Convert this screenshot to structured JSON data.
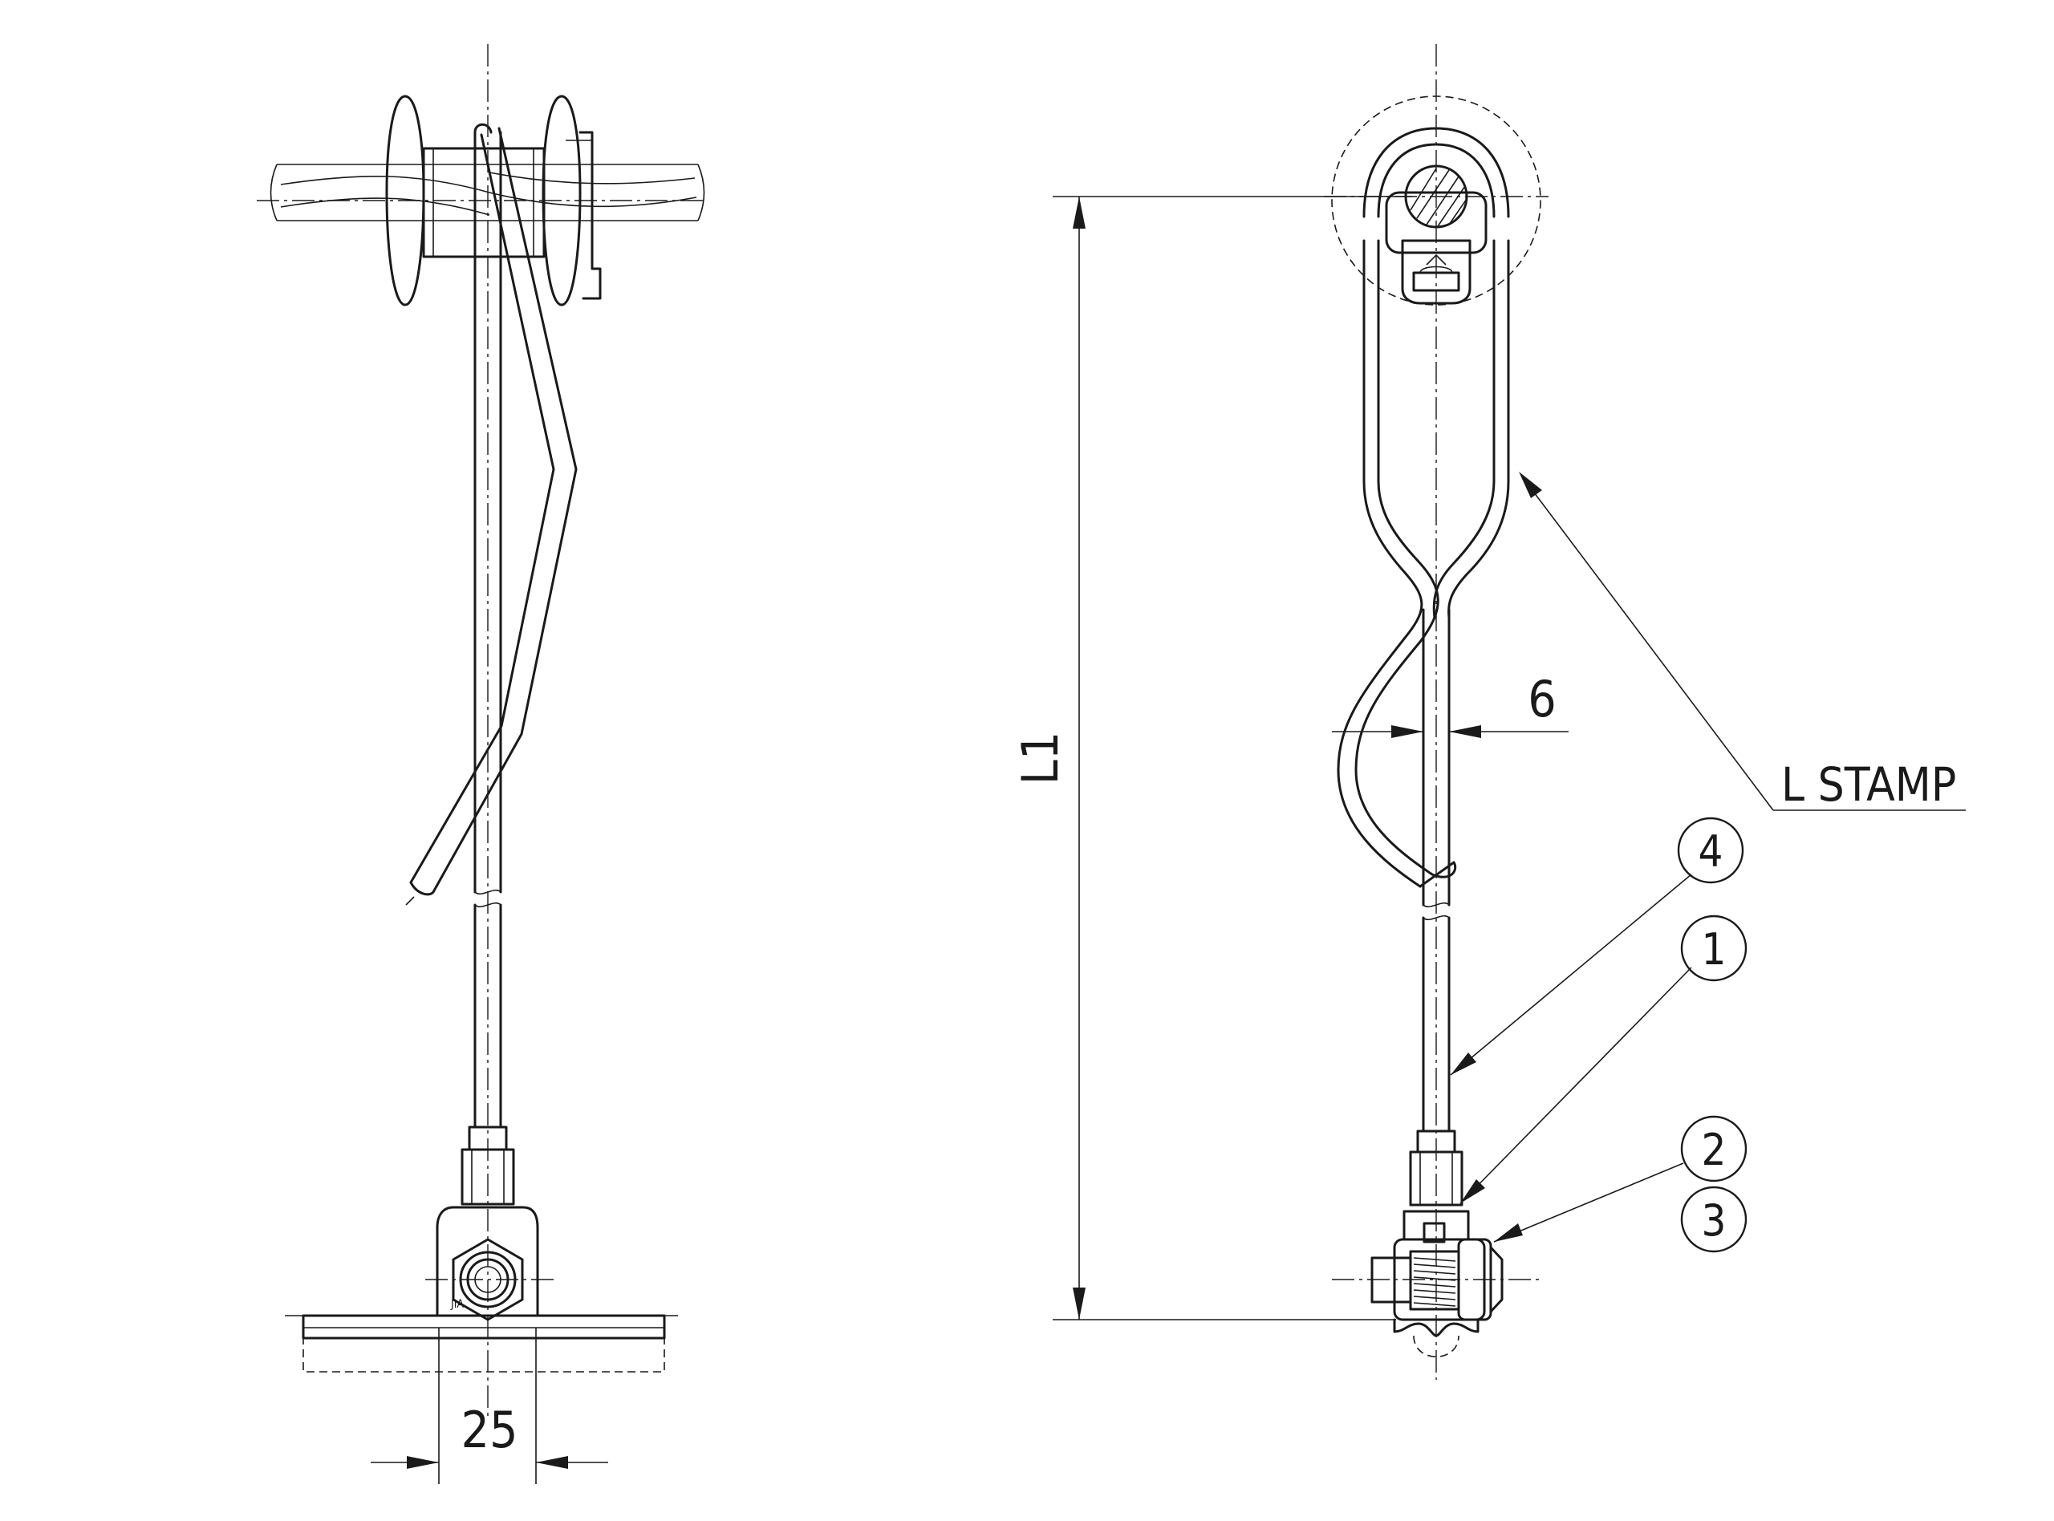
{
  "dimensions": {
    "width_left": "25",
    "height_right": "L1",
    "spacing": "6"
  },
  "callouts": {
    "stamp": "L STAMP"
  },
  "balloons": [
    "4",
    "1",
    "2",
    "3"
  ]
}
